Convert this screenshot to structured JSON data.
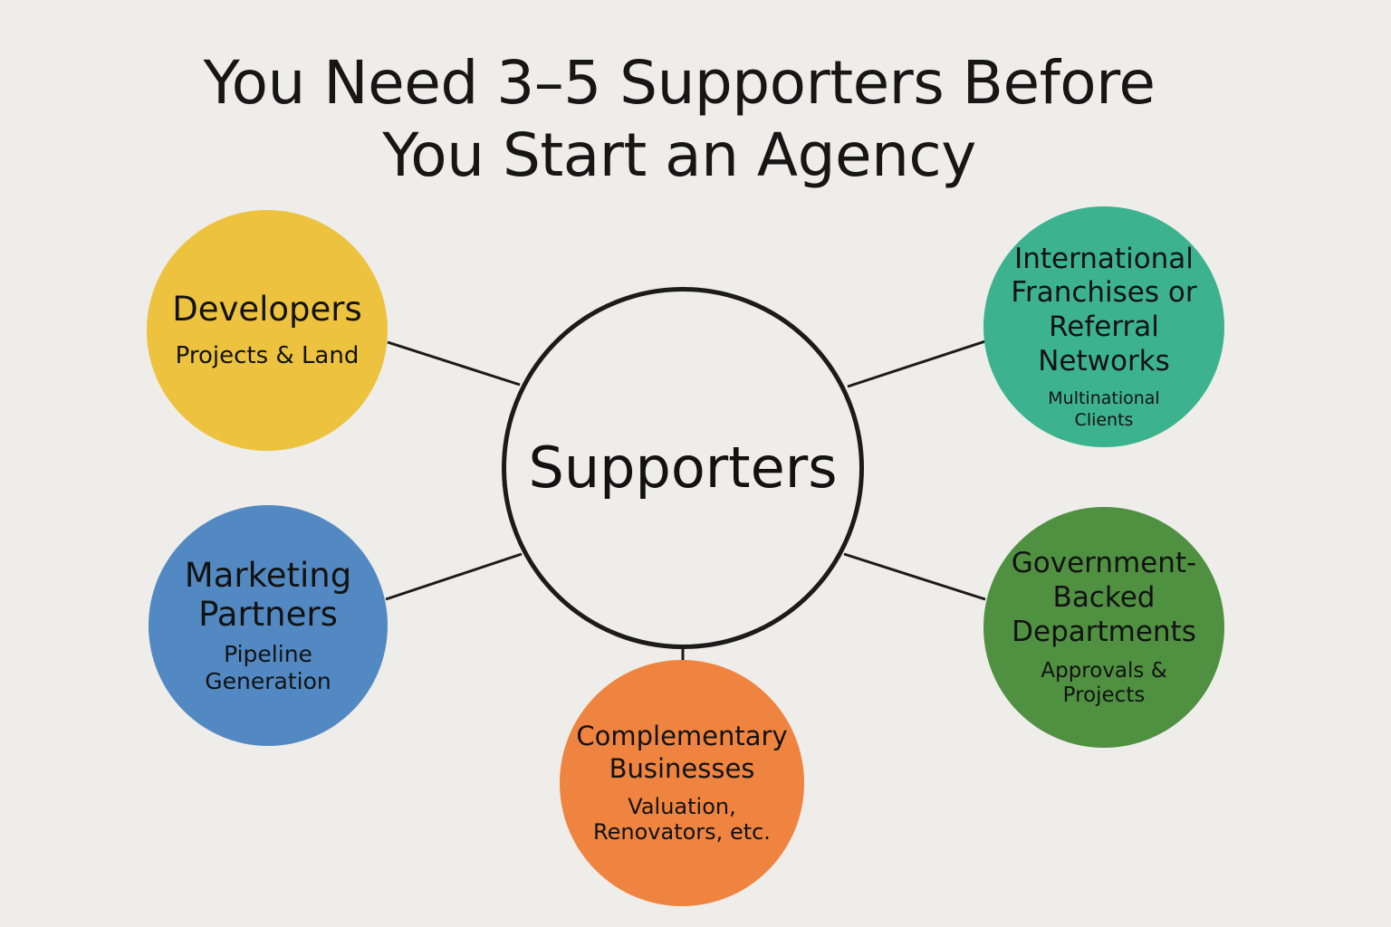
{
  "title": {
    "line1": "You Need 3–5 Supporters Before",
    "line2": "You Start an Agency"
  },
  "center": {
    "label": "Supporters"
  },
  "nodes": {
    "developers": {
      "label": "Developers",
      "sub": "Projects & Land",
      "color": "#ecc23f"
    },
    "marketing": {
      "label": "Marketing Partners",
      "sub": "Pipeline Generation",
      "color": "#5289c2"
    },
    "complementary": {
      "label": "Complementary Businesses",
      "sub": "Valuation, Renovators, etc.",
      "color": "#ef8440"
    },
    "international": {
      "label": "International Franchises or Referral Networks",
      "sub": "Multinational Clients",
      "color": "#3cb38e"
    },
    "government": {
      "label": "Government-Backed Departments",
      "sub": "Approvals & Projects",
      "color": "#509141"
    }
  },
  "colors": {
    "background": "#efede9",
    "line": "#1b1b1b"
  }
}
